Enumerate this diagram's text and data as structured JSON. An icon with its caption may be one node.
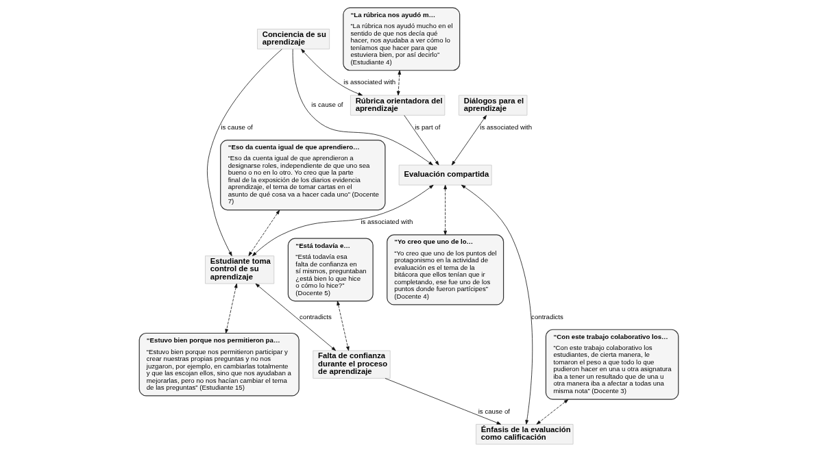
{
  "diagram": {
    "nodes": [
      {
        "text": [
          "Diálogos para el aprendizaje"
        ]
      },
      {
        "text": [
          "Evaluación compartida"
        ]
      },
      {
        "text": [
          "“Eso da cuenta igual de que aprendiero…",
          "“Eso da cuenta igual de que aprendieron a designarse roles, independiente de que uno sea bueno o no en lo otro. Yo creo que la parte final de la exposición de los diarios evidencia aprendizaje, el tema de tomar cartas en el asunto de qué cosa va a hacer cada uno” (Docente 7)"
        ]
      },
      {
        "text": [
          "Estudiante toma control de su aprendizaje"
        ]
      },
      {
        "text": [
          "“Yo creo que uno de lo…",
          "“Yo creo que uno de los puntos del protagonismo en la actividad de evaluación es el tema de la bitácora que ellos tenían que ir completando, ese fue uno de los puntos donde fueron partícipes” (Docente 4)"
        ]
      },
      {
        "text": [
          "“Estuvo bien porque nos permitieron pa…",
          "“Estuvo bien porque nos permitieron participar y crear nuestras propias preguntas y no nos juzgaron, por ejemplo, en cambiarlas totalmente y que las escojan ellos, sino que nos ayudaban a mejorarlas, pero no nos hacían cambiar el tema de las preguntas” (Estudiante 15)"
        ]
      },
      {
        "text": [
          "Conciencia de su aprendizaje"
        ]
      },
      {
        "text": [
          "Rúbrica orientadora del aprendizaje"
        ]
      },
      {
        "text": [
          "Falta de confianza durante el proceso de aprendizaje"
        ]
      },
      {
        "text": [
          "Énfasis de la evaluación como calificación"
        ]
      },
      {
        "text": [
          "“Está todavía e…",
          "“Está todavía esa falta de confianza en  sí mismos, preguntaban ¿está bien lo que hice o cómo lo hice?” (Docente 5)"
        ]
      },
      {
        "text": [
          "“Con este trabajo colaborativo los…",
          "“Con este trabajo colaborativo los estudiantes, de cierta manera, le tomaron el peso a que todo lo que pudieron hacer en una u otra asignatura iba a tener un resultado que de una u otra manera iba a afectar a todas una misma nota” (Docente 3)"
        ]
      },
      {
        "text": [
          "“La rúbrica nos ayudó m…",
          "“La rúbrica nos ayudó mucho en el sentido de que nos decía qué hacer, nos ayudaba a ver cómo lo teníamos que hacer para que estuviera bien, por así decirlo” (Estudiante 4)"
        ]
      }
    ],
    "edges": [
      {
        "from": 0,
        "to": 1,
        "arrow": "both",
        "label": "is associated with"
      },
      {
        "from": 1,
        "to": 3,
        "arrow": "both",
        "label": "is associated with"
      },
      {
        "from": 1,
        "to": 4,
        "arrow": "both",
        "style": "dashed"
      },
      {
        "from": 2,
        "to": 3,
        "arrow": "both",
        "style": "dashed"
      },
      {
        "from": 3,
        "to": 5,
        "arrow": "both",
        "style": "dashed"
      },
      {
        "from": 6,
        "to": 1,
        "arrow": "to",
        "label": "is cause of"
      },
      {
        "from": 9,
        "to": 1,
        "arrow": "both",
        "label": "contradicts"
      },
      {
        "from": 7,
        "to": 1,
        "arrow": "to",
        "label": "is part of"
      },
      {
        "from": 6,
        "to": 3,
        "arrow": "to",
        "label": "is cause of"
      },
      {
        "from": 3,
        "to": 8,
        "arrow": "both",
        "label": "contradicts"
      },
      {
        "from": 6,
        "to": 7,
        "arrow": "both",
        "label": "is associated with"
      },
      {
        "from": 8,
        "to": 9,
        "arrow": "to",
        "label": "is cause of"
      },
      {
        "from": 10,
        "to": 8,
        "arrow": "both",
        "style": "dashed"
      },
      {
        "from": 11,
        "to": 9,
        "arrow": "both",
        "style": "dashed"
      },
      {
        "from": 12,
        "to": 7,
        "arrow": "both",
        "style": "dashed"
      }
    ]
  }
}
